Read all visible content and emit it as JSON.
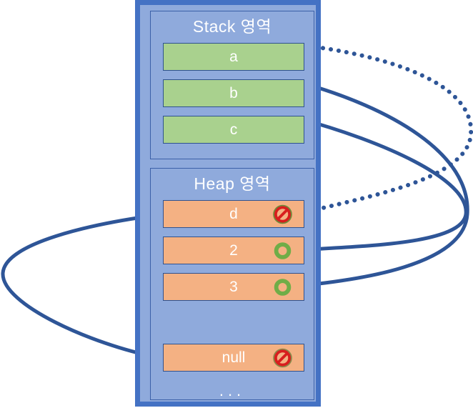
{
  "diagram": {
    "title": "Stack and Heap memory reference diagram",
    "colors": {
      "frame_border": "#4472C4",
      "panel_fill": "#8FAADC",
      "panel_border": "#3B60A8",
      "stack_cell_fill": "#A9D18E",
      "heap_cell_fill": "#F4B183",
      "cell_border": "#2F528F",
      "connector": "#2E5597",
      "icon_blocked_red": "#D81E1E",
      "icon_blocked_ring": "#6E8C3A",
      "icon_ok_green": "#70AD47",
      "text": "#FFFFFF"
    }
  },
  "stack_region": {
    "title": "Stack 영역",
    "cells": [
      {
        "label": "a",
        "icon": "none"
      },
      {
        "label": "b",
        "icon": "none"
      },
      {
        "label": "c",
        "icon": "none"
      }
    ]
  },
  "heap_region": {
    "title": "Heap 영역",
    "ellipsis": "...",
    "cells": [
      {
        "label": "d",
        "icon": "blocked-icon"
      },
      {
        "label": "2",
        "icon": "ok-ring-icon"
      },
      {
        "label": "3",
        "icon": "ok-ring-icon"
      },
      {
        "label": "null",
        "icon": "blocked-icon"
      }
    ]
  },
  "connectors": [
    {
      "name": "a-to-d",
      "from": "stack.a",
      "to": "heap.d",
      "style": "dotted",
      "side": "right"
    },
    {
      "name": "b-to-3",
      "from": "stack.b",
      "to": "heap.3",
      "style": "solid",
      "side": "right"
    },
    {
      "name": "c-to-2",
      "from": "stack.c",
      "to": "heap.2",
      "style": "solid",
      "side": "right"
    },
    {
      "name": "d-to-null",
      "from": "heap.d",
      "to": "heap.null",
      "style": "solid",
      "side": "left"
    }
  ]
}
